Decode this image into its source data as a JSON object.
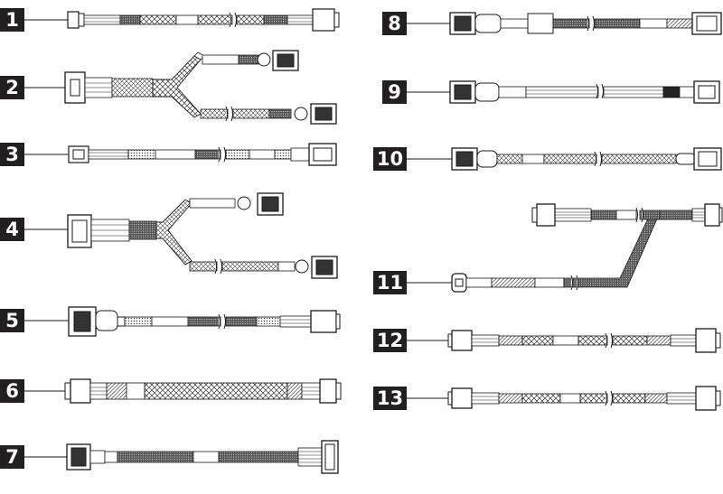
{
  "colors": {
    "badge": "#231f20",
    "stroke": "#1a1a1a",
    "background": "#ffffff"
  },
  "cables": [
    {
      "id": "cable-1",
      "label": "1"
    },
    {
      "id": "cable-2",
      "label": "2"
    },
    {
      "id": "cable-3",
      "label": "3"
    },
    {
      "id": "cable-4",
      "label": "4"
    },
    {
      "id": "cable-5",
      "label": "5"
    },
    {
      "id": "cable-6",
      "label": "6"
    },
    {
      "id": "cable-7",
      "label": "7"
    },
    {
      "id": "cable-8",
      "label": "8"
    },
    {
      "id": "cable-9",
      "label": "9"
    },
    {
      "id": "cable-10",
      "label": "10"
    },
    {
      "id": "cable-11",
      "label": "11"
    },
    {
      "id": "cable-12",
      "label": "12"
    },
    {
      "id": "cable-13",
      "label": "13"
    }
  ]
}
